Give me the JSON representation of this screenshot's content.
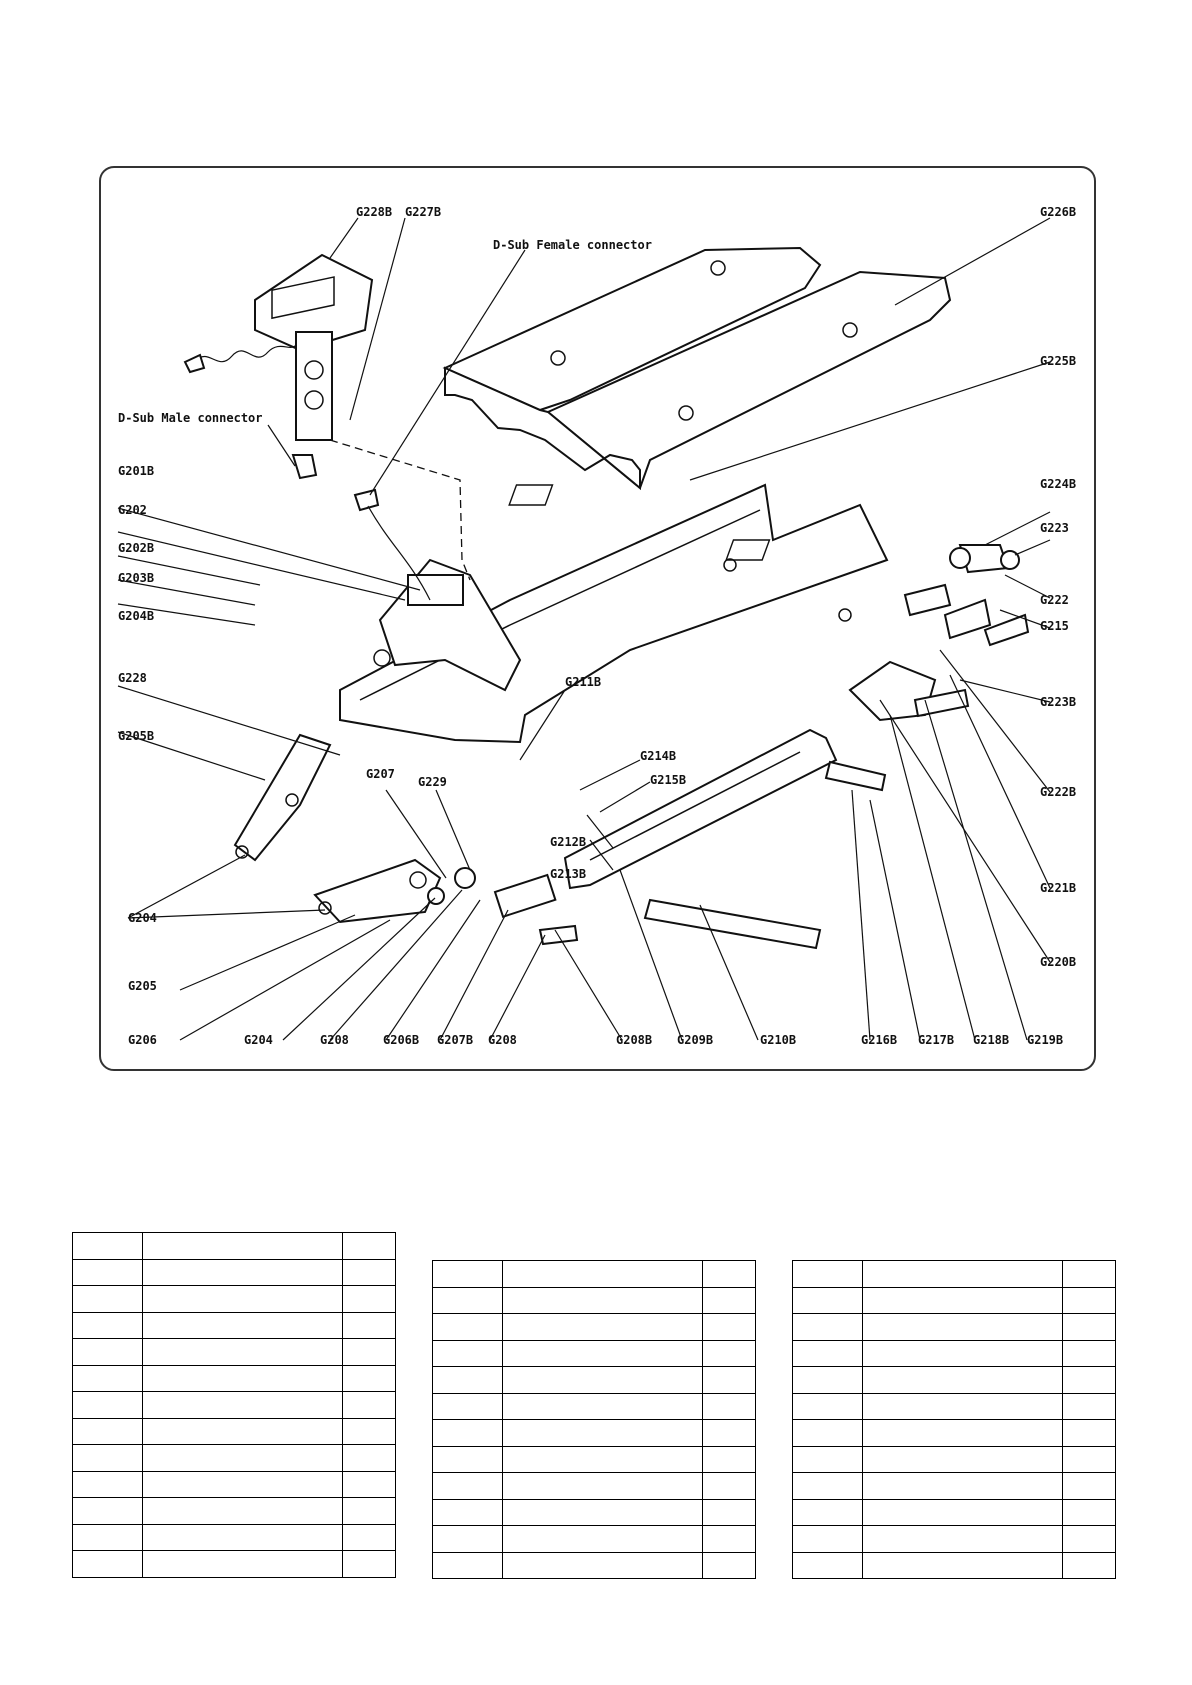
{
  "diagram": {
    "callouts": {
      "g228b": "G228B",
      "g227b": "G227B",
      "dsub_female": "D-Sub Female connector",
      "g226b": "G226B",
      "g225b": "G225B",
      "dsub_male": "D-Sub Male connector",
      "g201b": "G201B",
      "g202": "G202",
      "g202b": "G202B",
      "g203b": "G203B",
      "g204b": "G204B",
      "g228": "G228",
      "g205b": "G205B",
      "g207": "G207",
      "g229": "G229",
      "g211b": "G211B",
      "g214b": "G214B",
      "g215b": "G215B",
      "g212b": "G212B",
      "g213b": "G213B",
      "g224b": "G224B",
      "g223": "G223",
      "g222": "G222",
      "g215": "G215",
      "g223b": "G223B",
      "g222b": "G222B",
      "g221b": "G221B",
      "g220b": "G220B",
      "g204_a": "G204",
      "g205": "G205",
      "g206": "G206",
      "g204_b": "G204",
      "g208_a": "G208",
      "g206b": "G206B",
      "g207b": "G207B",
      "g208_b": "G208",
      "g208b": "G208B",
      "g209b": "G209B",
      "g210b": "G210B",
      "g216b": "G216B",
      "g217b": "G217B",
      "g218b": "G218B",
      "g219b": "G219B"
    }
  },
  "parts_tables": {
    "left_rows": 13,
    "middle_rows": 12,
    "right_rows": 12
  }
}
